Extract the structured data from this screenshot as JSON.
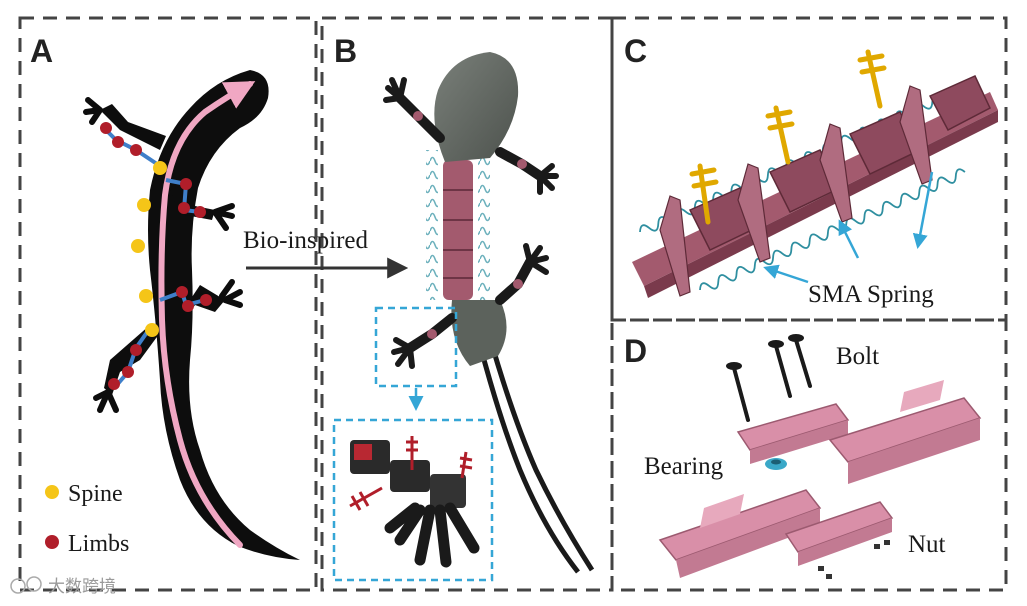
{
  "panels": [
    {
      "letter": "A"
    },
    {
      "letter": "B"
    },
    {
      "letter": "C"
    },
    {
      "letter": "D"
    }
  ],
  "panel_a": {
    "legend": {
      "spine": "Spine",
      "limbs": "Limbs"
    }
  },
  "panel_b": {
    "arrow_label": "Bio-inspired"
  },
  "panel_c": {
    "spring_label": "SMA Spring"
  },
  "panel_d": {
    "bolt_label": "Bolt",
    "bearing_label": "Bearing",
    "nut_label": "Nut"
  },
  "watermark": {
    "text": "大数跨境"
  },
  "colors": {
    "dash": "#444444",
    "spine_dot": "#f5c518",
    "limb_dot": "#b01e2a",
    "body": "#0d0d0d",
    "pink_arrow": "#f0a7c3",
    "link_blue": "#3f7fc9",
    "cyan_arrow": "#35a6d6",
    "robot_pink": "#a35a6e",
    "part_pink": "#d98fa8",
    "sma_gold": "#e0a800"
  }
}
